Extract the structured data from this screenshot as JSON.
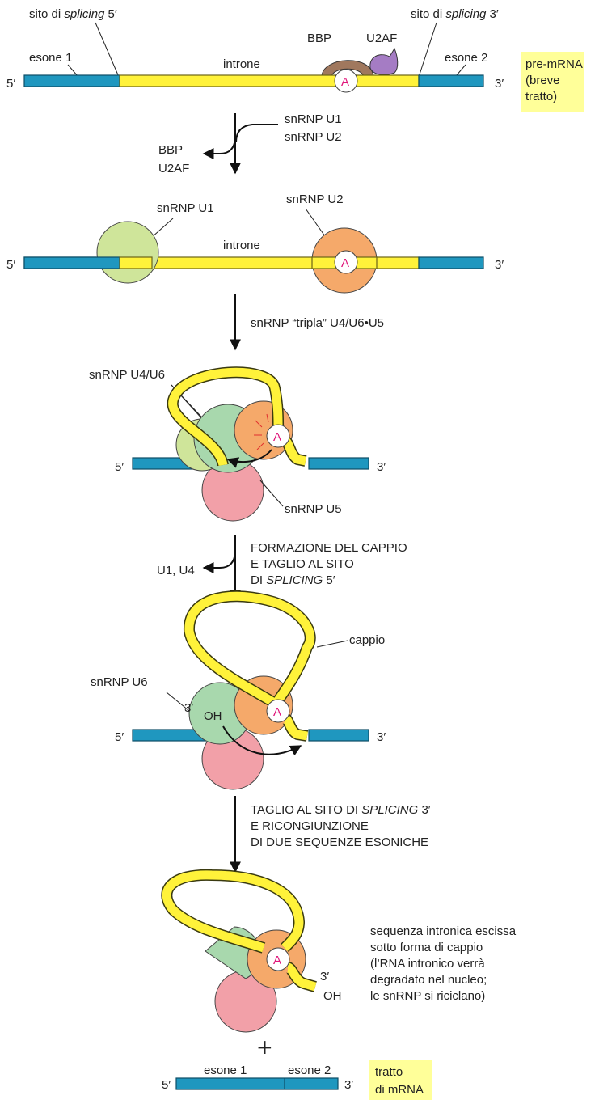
{
  "top": {
    "splice5": [
      "sito di ",
      "splicing",
      " 5′"
    ],
    "splice3": [
      "sito di ",
      "splicing",
      " 3′"
    ],
    "bbp": "BBP",
    "u2af": "U2AF",
    "exon1": "esone 1",
    "exon2": "esone 2",
    "intron": "introne",
    "end5": "5′",
    "end3": "3′",
    "a": "A",
    "box_lines": [
      "pre-mRNA",
      "(breve",
      "tratto)"
    ]
  },
  "step1": {
    "in": [
      "snRNP U1",
      "snRNP U2"
    ],
    "out": [
      "BBP",
      "U2AF"
    ]
  },
  "row2": {
    "u1": "snRNP U1",
    "u2": "snRNP U2",
    "intron": "introne",
    "end5": "5′",
    "end3": "3′",
    "a": "A"
  },
  "step2": {
    "text": "snRNP “tripla” U4/U6•U5"
  },
  "row3": {
    "u46": "snRNP U4/U6",
    "u5": "snRNP U5",
    "end5": "5′",
    "end3": "3′",
    "a": "A"
  },
  "step3": {
    "lines": [
      "FORMAZIONE DEL CAPPIO",
      "E TAGLIO AL SITO"
    ],
    "line3": [
      "DI ",
      "SPLICING",
      " 5′"
    ],
    "out": "U1, U4"
  },
  "row4": {
    "u6": "snRNP U6",
    "cappio": "cappio",
    "p3": "3′",
    "oh": "OH",
    "end5": "5′",
    "end3": "3′",
    "a": "A"
  },
  "step4": {
    "line1": [
      "TAGLIO AL SITO DI ",
      "SPLICING",
      " 3′"
    ],
    "lines": [
      "E RICONGIUNZIONE",
      "DI DUE SEQUENZE ESONICHE"
    ]
  },
  "row5": {
    "p3": "3′",
    "oh": "OH",
    "a": "A",
    "desc": [
      "sequenza intronica escissa",
      "sotto forma di cappio",
      "(l’RNA intronico verrà",
      "degradato nel nucleo;",
      "le snRNP si riciclano)"
    ]
  },
  "bottom": {
    "plus": "+",
    "exon1": "esone 1",
    "exon2": "esone 2",
    "end5": "5′",
    "end3": "3′",
    "box_lines": [
      "tratto",
      "di mRNA"
    ]
  }
}
